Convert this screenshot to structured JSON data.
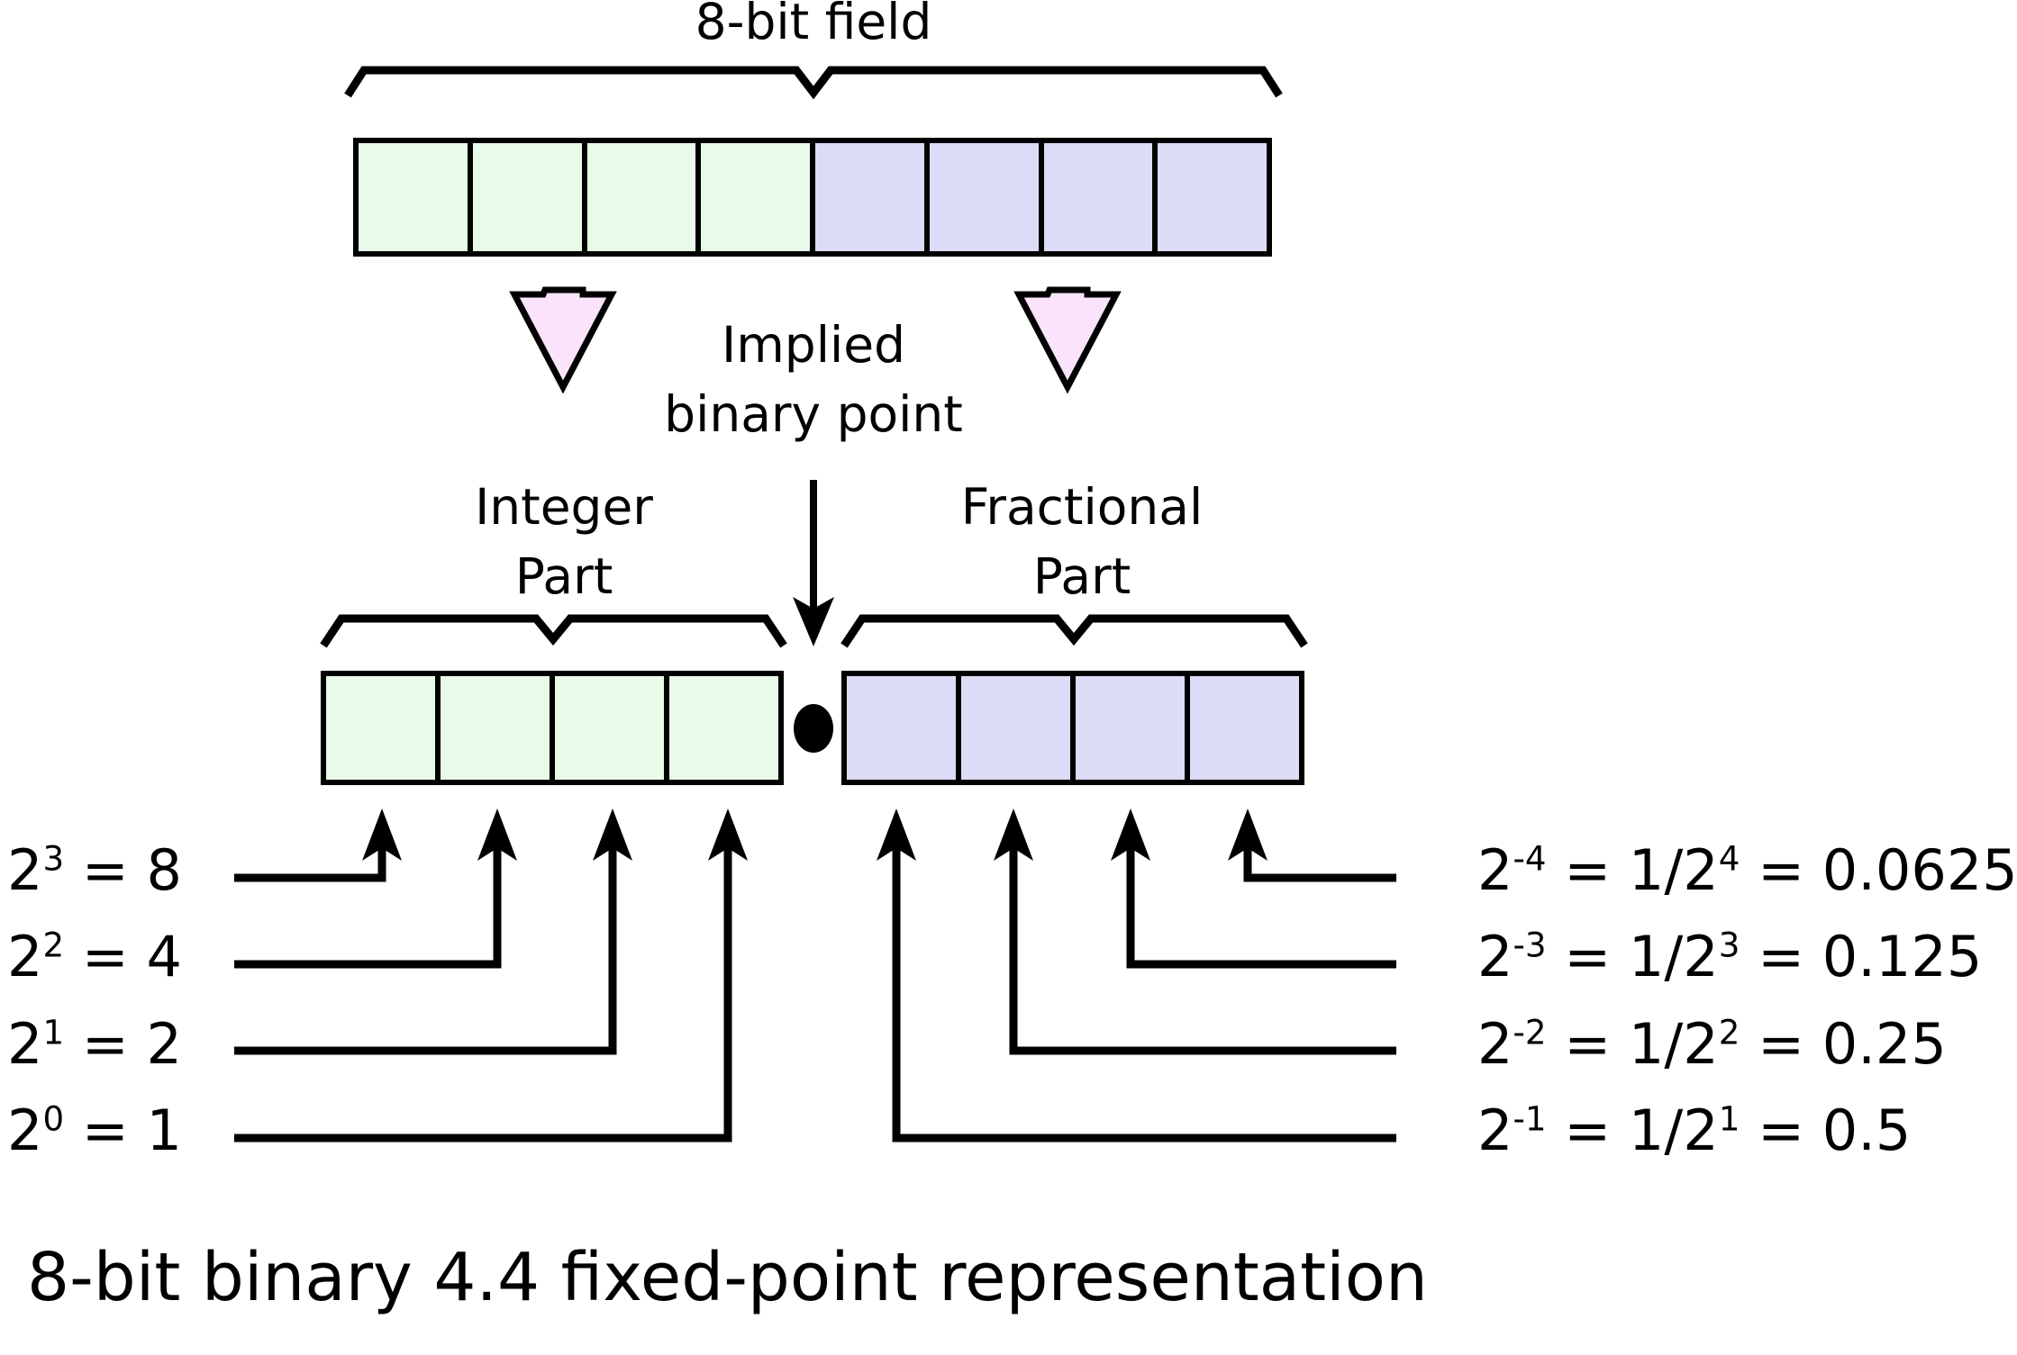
{
  "figure": {
    "caption": "8-bit binary 4.4 fixed-point representation",
    "top_field_label": "8-bit field",
    "implied_point_line1": "Implied",
    "implied_point_line2": "binary point",
    "integer_part_line1": "Integer",
    "integer_part_line2": "Part",
    "fractional_part_line1": "Fractional",
    "fractional_part_line2": "Part"
  },
  "colors": {
    "integer_cell_fill": "#e9fae9",
    "fractional_cell_fill": "#dcdcf7",
    "arrow_fill": "#fbe4fb",
    "stroke": "#000000",
    "background": "#ffffff"
  },
  "chart_data": {
    "type": "diagram",
    "title": "8-bit binary 4.4 fixed-point representation",
    "top_field": {
      "label": "8-bit field",
      "total_bits": 8,
      "cells": [
        {
          "index": 0,
          "group": "integer"
        },
        {
          "index": 1,
          "group": "integer"
        },
        {
          "index": 2,
          "group": "integer"
        },
        {
          "index": 3,
          "group": "integer"
        },
        {
          "index": 4,
          "group": "fractional"
        },
        {
          "index": 5,
          "group": "fractional"
        },
        {
          "index": 6,
          "group": "fractional"
        },
        {
          "index": 7,
          "group": "fractional"
        }
      ]
    },
    "integer_part": {
      "label": "Integer Part",
      "bit_count": 4,
      "weights": [
        {
          "exponent": 3,
          "base": 2,
          "text": "2³ = 8",
          "power_text": "3",
          "equals": "= 8",
          "value": 8
        },
        {
          "exponent": 2,
          "base": 2,
          "text": "2² = 4",
          "power_text": "2",
          "equals": "= 4",
          "value": 4
        },
        {
          "exponent": 1,
          "base": 2,
          "text": "2¹ = 2",
          "power_text": "1",
          "equals": "= 2",
          "value": 2
        },
        {
          "exponent": 0,
          "base": 2,
          "text": "2⁰ = 1",
          "power_text": "0",
          "equals": "= 1",
          "value": 1
        }
      ]
    },
    "fractional_part": {
      "label": "Fractional Part",
      "bit_count": 4,
      "weights": [
        {
          "exponent": -4,
          "text": "2⁻⁴ = 1/2⁴ = 0.0625",
          "power_text": "-4",
          "recip_power_text": "4",
          "value": 0.0625,
          "value_text": "0.0625"
        },
        {
          "exponent": -3,
          "text": "2⁻³ = 1/2³ = 0.125",
          "power_text": "-3",
          "recip_power_text": "3",
          "value": 0.125,
          "value_text": "0.125"
        },
        {
          "exponent": -2,
          "text": "2⁻² = 1/2² = 0.25",
          "power_text": "-2",
          "recip_power_text": "2",
          "value": 0.25,
          "value_text": "0.25"
        },
        {
          "exponent": -1,
          "text": "2⁻¹ = 1/2¹ = 0.5",
          "power_text": "-1",
          "recip_power_text": "1",
          "value": 0.5,
          "value_text": "0.5"
        }
      ]
    },
    "binary_point": {
      "label": "Implied binary point",
      "position_after_bit": 4
    }
  },
  "left_weights": [
    {
      "base": "2",
      "sup": "3",
      "rest": "= 8"
    },
    {
      "base": "2",
      "sup": "2",
      "rest": "= 4"
    },
    {
      "base": "2",
      "sup": "1",
      "rest": "= 2"
    },
    {
      "base": "2",
      "sup": "0",
      "rest": "= 1"
    }
  ],
  "right_weights": [
    {
      "base": "2",
      "sup": "-4",
      "mid": "= 1/2",
      "sup2": "4",
      "rest": "= 0.0625"
    },
    {
      "base": "2",
      "sup": "-3",
      "mid": "= 1/2",
      "sup2": "3",
      "rest": "= 0.125"
    },
    {
      "base": "2",
      "sup": "-2",
      "mid": "= 1/2",
      "sup2": "2",
      "rest": "= 0.25"
    },
    {
      "base": "2",
      "sup": "-1",
      "mid": "= 1/2",
      "sup2": "1",
      "rest": "= 0.5"
    }
  ]
}
